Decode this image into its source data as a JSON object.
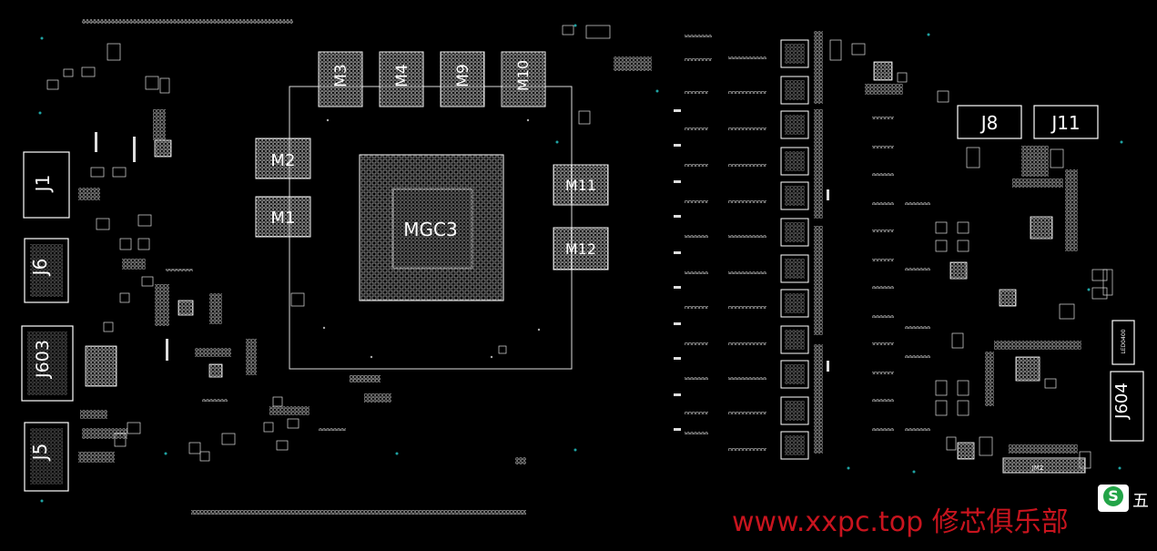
{
  "labels": {
    "j1": "J1",
    "j6": "J6",
    "j603": "J603",
    "j5": "J5",
    "m2": "M2",
    "m1": "M1",
    "m3": "M3",
    "m4": "M4",
    "m9": "M9",
    "m10": "M10",
    "gpu": "MGC3",
    "m11": "M11",
    "m12": "M12",
    "j8": "J8",
    "j11": "J11",
    "j604": "J604",
    "led": "LED0400",
    "jm2": "JM2"
  },
  "watermark": {
    "text": "www.xxpc.top 修芯俱乐部",
    "icon": "S",
    "char": "五"
  },
  "colors": {
    "background": "#000000",
    "outline": "#ffffff",
    "watermark": "#c8141e"
  }
}
